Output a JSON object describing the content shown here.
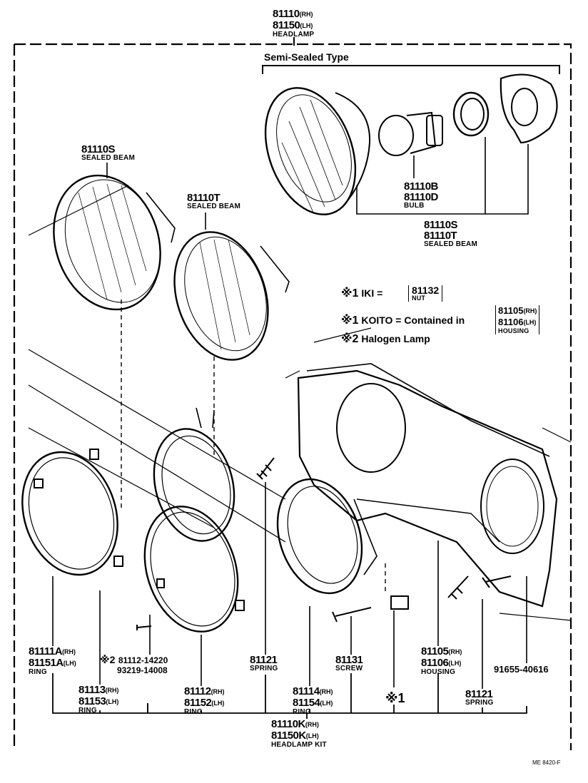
{
  "header": {
    "pn1": "81110",
    "sfx1": "(RH)",
    "pn2": "81150",
    "sfx2": "(LH)",
    "name": "HEADLAMP"
  },
  "semi": {
    "title": "Semi-Sealed Type"
  },
  "bulb": {
    "pn1": "81110B",
    "pn2": "81110D",
    "name": "BULB"
  },
  "sb_top": {
    "pn1": "81110S",
    "pn2": "81110T",
    "name": "SEALED BEAM"
  },
  "sb_left": {
    "pn": "81110S",
    "name": "SEALED BEAM"
  },
  "sb_mid": {
    "pn": "81110T",
    "name": "SEALED BEAM"
  },
  "notes": {
    "iki_mark": "※1",
    "iki_text": "IKI =",
    "nut_pn": "81132",
    "nut_name": "NUT",
    "koito_mark": "※1",
    "koito_text": "KOITO = Contained in",
    "housing_pn1": "81105",
    "housing_sfx1": "(RH)",
    "housing_pn2": "81106",
    "housing_sfx2": "(LH)",
    "housing_name": "HOUSING",
    "halogen_mark": "※2",
    "halogen_text": "Halogen Lamp"
  },
  "parts": {
    "p1": {
      "pn1": "81111A",
      "sfx1": "(RH)",
      "pn2": "81151A",
      "sfx2": "(LH)",
      "name": "RING"
    },
    "p2": {
      "mark": "※2",
      "pn1": "81112-14220",
      "pn2": "93219-14008"
    },
    "p3": {
      "pn1": "81113",
      "sfx1": "(RH)",
      "pn2": "81153",
      "sfx2": "(LH)",
      "name": "RING"
    },
    "p4": {
      "pn1": "81112",
      "sfx1": "(RH)",
      "pn2": "81152",
      "sfx2": "(LH)",
      "name": "RING"
    },
    "p5": {
      "pn": "81121",
      "name": "SPRING"
    },
    "p6": {
      "pn": "81131",
      "name": "SCREW"
    },
    "p7": {
      "pn1": "81114",
      "sfx1": "(RH)",
      "pn2": "81154",
      "sfx2": "(LH)",
      "name": "RING"
    },
    "p8": {
      "pn1": "81105",
      "sfx1": "(RH)",
      "pn2": "81106",
      "sfx2": "(LH)",
      "name": "HOUSING"
    },
    "p9": {
      "pn": "91655-40616"
    },
    "p10": {
      "pn": "81121",
      "name": "SPRING"
    },
    "p11": {
      "mark": "※1"
    }
  },
  "kit": {
    "pn1": "81110K",
    "sfx1": "(RH)",
    "pn2": "81150K",
    "sfx2": "(LH)",
    "name": "HEADLAMP KIT"
  },
  "code": "ME 8420-F"
}
